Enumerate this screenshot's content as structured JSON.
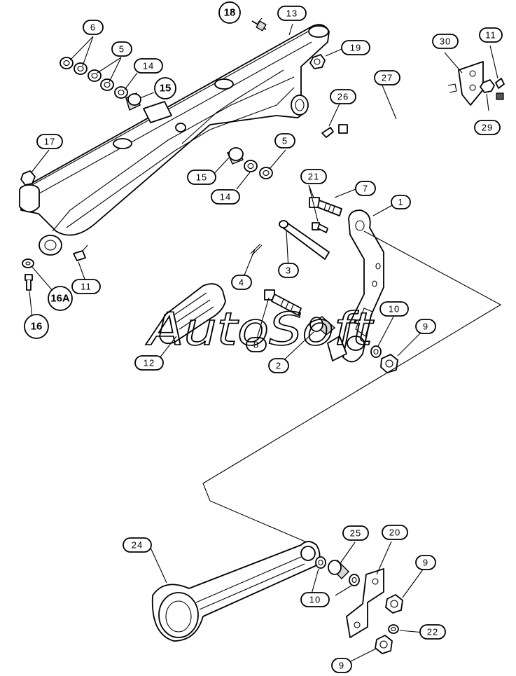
{
  "watermark": "AutoSoft",
  "callouts": [
    {
      "id": "c1",
      "label": "1",
      "bold": false
    },
    {
      "id": "c2",
      "label": "2",
      "bold": false
    },
    {
      "id": "c3",
      "label": "3",
      "bold": false
    },
    {
      "id": "c4",
      "label": "4",
      "bold": false
    },
    {
      "id": "c5a",
      "label": "5",
      "bold": false
    },
    {
      "id": "c5b",
      "label": "5",
      "bold": false
    },
    {
      "id": "c6",
      "label": "6",
      "bold": false
    },
    {
      "id": "c7",
      "label": "7",
      "bold": false
    },
    {
      "id": "c8",
      "label": "8",
      "bold": false
    },
    {
      "id": "c9a",
      "label": "9",
      "bold": false
    },
    {
      "id": "c9b",
      "label": "9",
      "bold": false
    },
    {
      "id": "c9c",
      "label": "9",
      "bold": false
    },
    {
      "id": "c10a",
      "label": "10",
      "bold": false
    },
    {
      "id": "c10b",
      "label": "10",
      "bold": false
    },
    {
      "id": "c11a",
      "label": "11",
      "bold": false
    },
    {
      "id": "c11b",
      "label": "11",
      "bold": false
    },
    {
      "id": "c12",
      "label": "12",
      "bold": false
    },
    {
      "id": "c13",
      "label": "13",
      "bold": false
    },
    {
      "id": "c14a",
      "label": "14",
      "bold": false
    },
    {
      "id": "c14b",
      "label": "14",
      "bold": false
    },
    {
      "id": "c15a",
      "label": "15",
      "bold": true
    },
    {
      "id": "c15b",
      "label": "15",
      "bold": false
    },
    {
      "id": "c16",
      "label": "16",
      "bold": true
    },
    {
      "id": "c16a",
      "label": "16A",
      "bold": true
    },
    {
      "id": "c17",
      "label": "17",
      "bold": false
    },
    {
      "id": "c18",
      "label": "18",
      "bold": true
    },
    {
      "id": "c19",
      "label": "19",
      "bold": false
    },
    {
      "id": "c20",
      "label": "20",
      "bold": false
    },
    {
      "id": "c21",
      "label": "21",
      "bold": false
    },
    {
      "id": "c22",
      "label": "22",
      "bold": false
    },
    {
      "id": "c24",
      "label": "24",
      "bold": false
    },
    {
      "id": "c25",
      "label": "25",
      "bold": false
    },
    {
      "id": "c26",
      "label": "26",
      "bold": false
    },
    {
      "id": "c27",
      "label": "27",
      "bold": false
    },
    {
      "id": "c29",
      "label": "29",
      "bold": false
    },
    {
      "id": "c30",
      "label": "30",
      "bold": false
    }
  ]
}
